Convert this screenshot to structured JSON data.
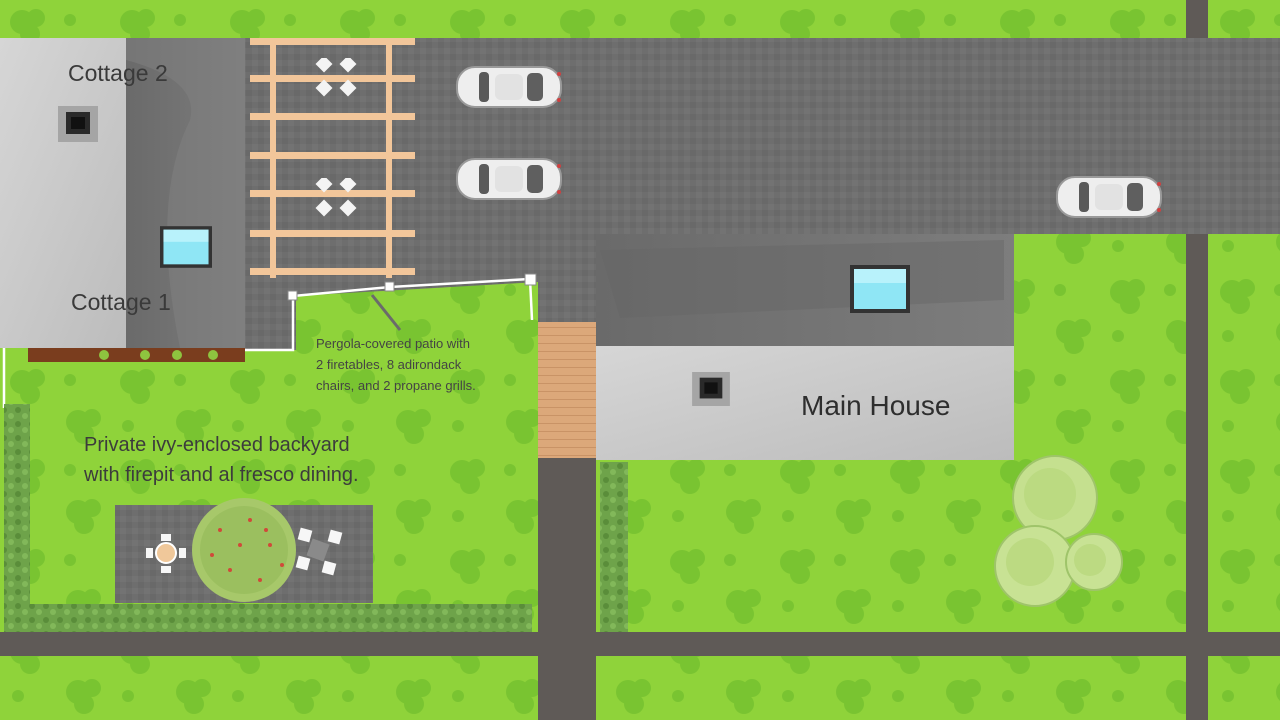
{
  "map": {
    "buildings": [
      {
        "id": "cottage-2",
        "label": "Cottage 2"
      },
      {
        "id": "cottage-1",
        "label": "Cottage 1"
      },
      {
        "id": "main-house",
        "label": "Main House"
      }
    ],
    "annotations": {
      "backyard": [
        "Private ivy-enclosed backyard",
        "with firepit and al fresco dining."
      ],
      "patio": [
        "Pergola-covered patio with",
        "2 firetables, 8 adirondack",
        "chairs, and 2 propane grills."
      ]
    },
    "features": {
      "cars": [
        "car",
        "car",
        "car"
      ],
      "firetables": [
        "firetable",
        "firetable"
      ],
      "trees": [
        "tree",
        "tree",
        "tree",
        "tree"
      ],
      "skylights": [
        "skylight",
        "skylight"
      ],
      "chimneys": [
        "chimney",
        "chimney"
      ]
    },
    "colors": {
      "grass": "#8fd33a",
      "grass_pattern": "#72bd2c",
      "driveway": "#6e6e6e",
      "path": "#5f5a57",
      "roof_light": "#cfcfcf",
      "roof_dark": "#757575",
      "pergola": "#f2c69a",
      "deck": "#dca87a",
      "hedge": "#6ea34a",
      "skylight": "#8fe6f5"
    },
    "icons": [
      "car-icon",
      "tree-icon",
      "skylight-icon",
      "chimney-icon",
      "chair-icon",
      "table-icon",
      "fence-icon",
      "pergola-icon"
    ]
  }
}
